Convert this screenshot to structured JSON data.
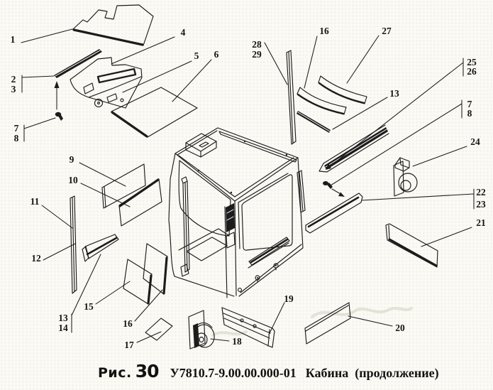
{
  "caption": {
    "figure_label": "Рис.",
    "figure_number": "30",
    "code": "У7810.7-9.00.00.000-01",
    "title": "Кабина",
    "suffix": "(продолжение)"
  },
  "colors": {
    "line": "#1c1c1c",
    "paper": "#fbfaf4"
  },
  "callouts": [
    {
      "text": "1"
    },
    {
      "text": "2"
    },
    {
      "text": "3"
    },
    {
      "text": "4"
    },
    {
      "text": "5"
    },
    {
      "text": "6"
    },
    {
      "text": "7"
    },
    {
      "text": "8"
    },
    {
      "text": "9"
    },
    {
      "text": "10"
    },
    {
      "text": "11"
    },
    {
      "text": "12"
    },
    {
      "text": "13"
    },
    {
      "text": "14"
    },
    {
      "text": "15"
    },
    {
      "text": "16"
    },
    {
      "text": "17"
    },
    {
      "text": "18"
    },
    {
      "text": "19"
    },
    {
      "text": "20"
    },
    {
      "text": "21"
    },
    {
      "text": "22"
    },
    {
      "text": "23"
    },
    {
      "text": "24"
    },
    {
      "text": "25"
    },
    {
      "text": "26"
    },
    {
      "text": "27"
    },
    {
      "text": "16"
    },
    {
      "text": "28"
    },
    {
      "text": "29"
    },
    {
      "text": "13"
    },
    {
      "text": "7"
    },
    {
      "text": "8"
    }
  ]
}
